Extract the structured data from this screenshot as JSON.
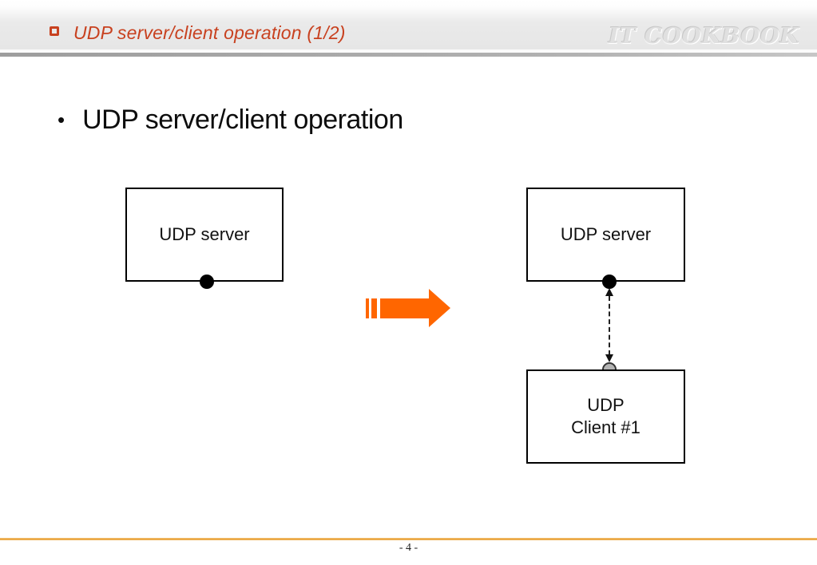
{
  "slide": {
    "header": {
      "bullet_icon": "square-outline-icon",
      "title": "UDP server/client operation (1/2)",
      "title_color": "#C8411F",
      "logo": "IT COOKBOOK"
    },
    "heading": {
      "bullet": "•",
      "text": "UDP server/client operation"
    },
    "diagram": {
      "before": {
        "server_box_label": "UDP server",
        "socket_icon": "black-socket-dot",
        "socket_color": "#000000"
      },
      "transform_arrow": {
        "icon": "striped-right-arrow-icon",
        "color": "#FF6600"
      },
      "after": {
        "server_box_label": "UDP server",
        "server_socket_icon": "black-socket-dot",
        "server_socket_color": "#000000",
        "connector_icon": "dashed-bidirectional-arrow",
        "client_socket_icon": "gray-socket-dot",
        "client_socket_color": "#B3B3B3",
        "client_box_line1": "UDP",
        "client_box_line2": "Client #1"
      }
    },
    "footer": {
      "line_color": "#ECA440",
      "page_number": "- 4 -"
    }
  }
}
